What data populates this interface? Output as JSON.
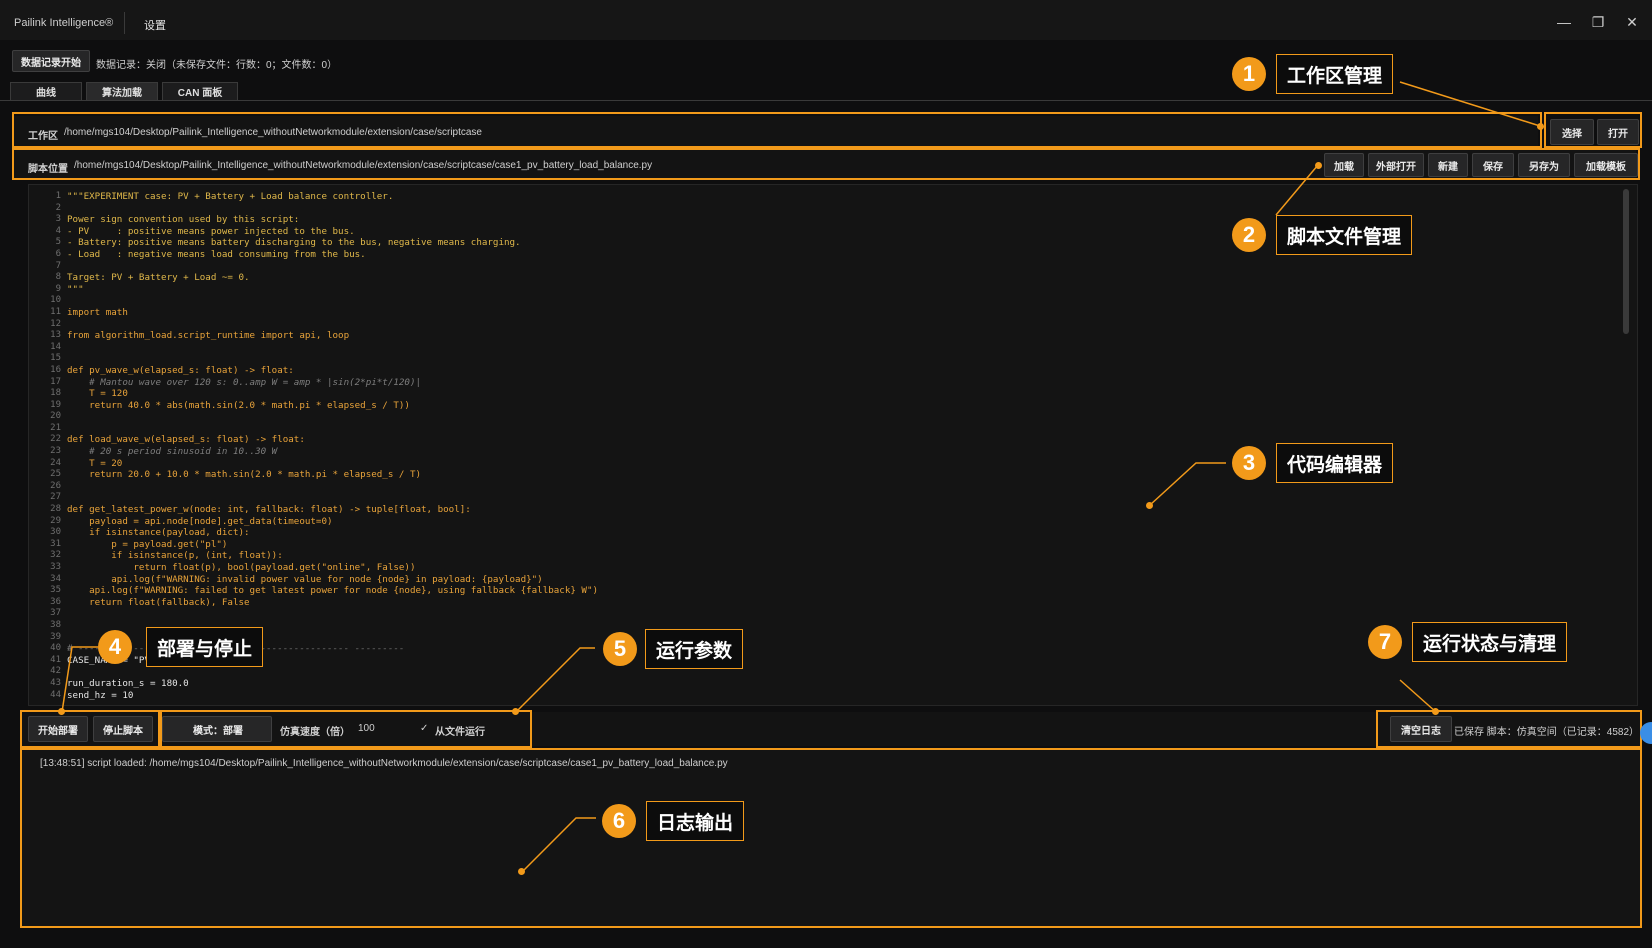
{
  "titlebar": {
    "app_name": "Pailink Intelligence®",
    "settings_menu": "设置",
    "minimize": "—",
    "restore": "❐",
    "close": "✕"
  },
  "record": {
    "button": "数据记录开始",
    "status": "数据记录：关闭（未保存文件：行数：0；文件数：0）"
  },
  "tabs": [
    {
      "label": "曲线"
    },
    {
      "label": "算法加载"
    },
    {
      "label": "CAN 面板"
    }
  ],
  "workspace": {
    "label": "工作区",
    "path": "/home/mgs104/Desktop/Pailink_Intelligence_withoutNetworkmodule/extension/case/scriptcase",
    "select_btn": "选择",
    "open_btn": "打开"
  },
  "script": {
    "label": "脚本位置",
    "path": "/home/mgs104/Desktop/Pailink_Intelligence_withoutNetworkmodule/extension/case/scriptcase/case1_pv_battery_load_balance.py",
    "buttons": [
      "加载",
      "外部打开",
      "新建",
      "保存",
      "另存为",
      "加载模板"
    ]
  },
  "editor": {
    "line_numbers": [
      "1",
      "2",
      "3",
      "4",
      "5",
      "6",
      "7",
      "8",
      "9",
      "10",
      "11",
      "12",
      "13",
      "14",
      "15",
      "16",
      "17",
      "18",
      "19",
      "20",
      "21",
      "22",
      "23",
      "24",
      "25",
      "26",
      "27",
      "28",
      "29",
      "30",
      "31",
      "32",
      "33",
      "34",
      "35",
      "36",
      "37",
      "38",
      "39",
      "40",
      "41",
      "42",
      "43",
      "44"
    ],
    "lines": [
      "\"\"\"EXPERIMENT case: PV + Battery + Load balance controller.",
      "",
      "Power sign convention used by this script:",
      "- PV     : positive means power injected to the bus.",
      "- Battery: positive means battery discharging to the bus, negative means charging.",
      "- Load   : negative means load consuming from the bus.",
      "",
      "Target: PV + Battery + Load ~= 0.",
      "\"\"\"",
      "",
      "import math",
      "",
      "from algorithm_load.script_runtime import api, loop",
      "",
      "",
      "def pv_wave_w(elapsed_s: float) -> float:",
      "    # Mantou wave over 120 s: 0..amp W = amp * |sin(2*pi*t/120)|",
      "    T = 120",
      "    return 40.0 * abs(math.sin(2.0 * math.pi * elapsed_s / T))",
      "",
      "",
      "def load_wave_w(elapsed_s: float) -> float:",
      "    # 20 s period sinusoid in 10..30 W",
      "    T = 20",
      "    return 20.0 + 10.0 * math.sin(2.0 * math.pi * elapsed_s / T)",
      "",
      "",
      "def get_latest_power_w(node: int, fallback: float) -> tuple[float, bool]:",
      "    payload = api.node[node].get_data(timeout=0)",
      "    if isinstance(payload, dict):",
      "        p = payload.get(\"pl\")",
      "        if isinstance(p, (int, float)):",
      "            return float(p), bool(payload.get(\"online\", False))",
      "        api.log(f\"WARNING: invalid power value for node {node} in payload: {payload}\")",
      "    api.log(f\"WARNING: failed to get latest power for node {node}, using fallback {fallback} W\")",
      "    return float(fallback), False",
      "",
      "",
      "",
      "# ------------------------------------------------- ---------",
      "CASE_NAME = \"PV_BATT_LOAD_BALANCE\"",
      "",
      "run_duration_s = 180.0",
      "send_hz = 10"
    ]
  },
  "controls": {
    "deploy_btn": "开始部署",
    "stop_btn": "停止脚本",
    "mode": "模式：部署",
    "speed_label": "仿真速度（倍）",
    "speed_value": "100",
    "run_from_file_check": "✓",
    "run_from_file": "从文件运行",
    "clear_log_btn": "清空日志",
    "status": "已保存  脚本：仿真空间（已记录：4582）"
  },
  "log": {
    "line": "[13:48:51] script loaded: /home/mgs104/Desktop/Pailink_Intelligence_withoutNetworkmodule/extension/case/scriptcase/case1_pv_battery_load_balance.py"
  },
  "callouts": [
    {
      "num": "1",
      "text": "工作区管理"
    },
    {
      "num": "2",
      "text": "脚本文件管理"
    },
    {
      "num": "3",
      "text": "代码编辑器"
    },
    {
      "num": "4",
      "text": "部署与停止"
    },
    {
      "num": "5",
      "text": "运行参数"
    },
    {
      "num": "6",
      "text": "日志输出"
    },
    {
      "num": "7",
      "text": "运行状态与清理"
    }
  ],
  "colors": {
    "accent": "#f29a1a",
    "keyword": "#e8a33a",
    "comment": "#7d7d7d",
    "string": "#e0b84a"
  }
}
